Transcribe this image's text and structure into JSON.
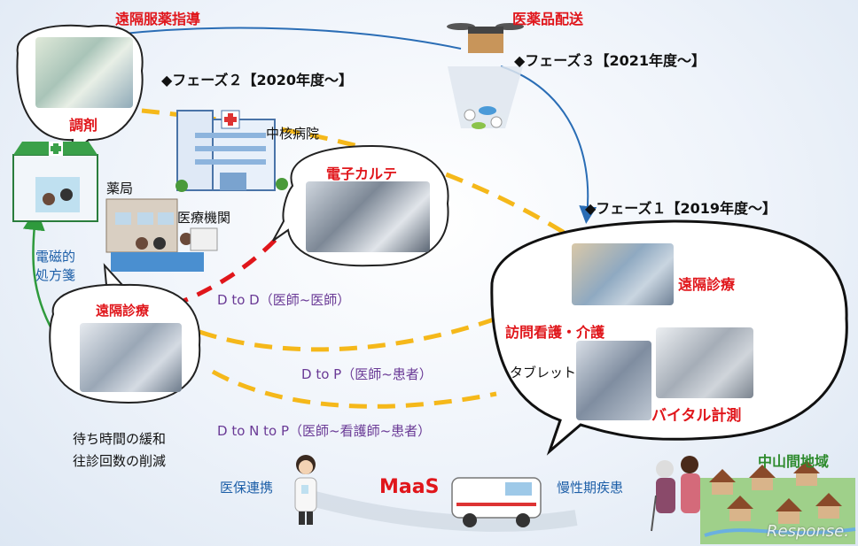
{
  "labels": {
    "remote_medication_guidance": "遠隔服薬指導",
    "drug_delivery": "医薬品配送",
    "phase3": "◆フェーズ３【2021年度～】",
    "phase2": "◆フェーズ２【2020年度～】",
    "phase1": "◆フェーズ１【2019年度～】",
    "dispensing": "調剤",
    "core_hospital": "中核病院",
    "pharmacy": "薬局",
    "medical_institution": "医療機関",
    "electronic_chart": "電子カルテ",
    "e_prescription": "電磁的\n処方箋",
    "remote_care_left": "遠隔診療",
    "d_to_d": "D to D（医師~医師）",
    "d_to_p": "D to P（医師~患者）",
    "d_to_n_to_p": "D to N to P（医師~看護師~患者）",
    "benefit1": "待ち時間の緩和",
    "benefit2": "往診回数の削減",
    "insurance_link": "医保連携",
    "maas": "MaaS",
    "chronic": "慢性期疾患",
    "mountain_area": "中山間地域",
    "remote_care_right": "遠隔診療",
    "home_nursing": "訪問看護・介護",
    "tablet": "タブレット",
    "vital": "バイタル計測",
    "watermark": "Response."
  },
  "colors": {
    "red": "#e0161b",
    "blue_arrow": "#2a6db5",
    "dash_yellow": "#f5b81a",
    "dash_red": "#e0161b",
    "green_arrow": "#2e9a3c",
    "purple_text": "#6a3a96"
  }
}
